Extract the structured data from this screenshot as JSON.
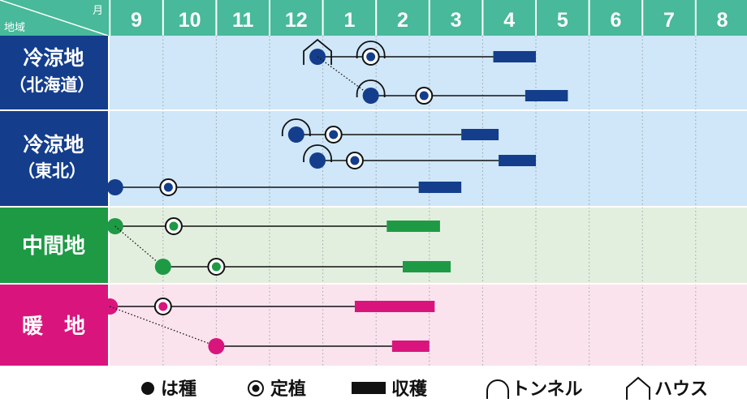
{
  "header": {
    "corner_top": "月",
    "corner_bottom": "地域",
    "months": [
      "9",
      "10",
      "11",
      "12",
      "1",
      "2",
      "3",
      "4",
      "5",
      "6",
      "7",
      "8"
    ]
  },
  "colors": {
    "header": "#48b99a",
    "north_label": "#143e8c",
    "north_bg": "#cfe7f8",
    "middle_label": "#1e9a45",
    "middle_bg": "#e3efde",
    "warm_label": "#d9157d",
    "warm_bg": "#fbe3ee"
  },
  "regions": [
    {
      "key": "hokkaido",
      "line1": "冷涼地",
      "line2": "（北海道）"
    },
    {
      "key": "tohoku",
      "line1": "冷涼地",
      "line2": "（東北）"
    },
    {
      "key": "middle",
      "line1": "中間地",
      "line2": ""
    },
    {
      "key": "warm",
      "line1": "暖　地",
      "line2": ""
    }
  ],
  "legend": {
    "sow": "は種",
    "plant": "定植",
    "harvest": "収穫",
    "tunnel": "トンネル",
    "house": "ハウス"
  },
  "chart_data": {
    "type": "table",
    "x_axis": "month",
    "rows": [
      {
        "region": "hokkaido",
        "color": "#143e8c",
        "sow": 3.4,
        "sow_cover": "house",
        "plant": 4.4,
        "plant_cover": "tunnel",
        "harvest": [
          6.7,
          7.5
        ]
      },
      {
        "region": "hokkaido",
        "color": "#143e8c",
        "sow": 4.4,
        "sow_cover": "tunnel",
        "plant": 5.4,
        "plant_cover": "",
        "harvest": [
          7.3,
          8.1
        ],
        "from_prev": true
      },
      {
        "region": "tohoku",
        "color": "#143e8c",
        "sow": 3.0,
        "sow_cover": "tunnel",
        "plant": 3.7,
        "plant_cover": "",
        "harvest": [
          6.1,
          6.8
        ]
      },
      {
        "region": "tohoku",
        "color": "#143e8c",
        "sow": 3.4,
        "sow_cover": "tunnel",
        "plant": 4.1,
        "plant_cover": "",
        "harvest": [
          6.8,
          7.5
        ]
      },
      {
        "region": "tohoku",
        "color": "#143e8c",
        "sow": -0.4,
        "sow_cover": "",
        "plant": 0.6,
        "plant_cover": "",
        "harvest": [
          5.3,
          6.1
        ]
      },
      {
        "region": "middle",
        "color": "#1e9a45",
        "sow": -0.4,
        "sow_cover": "",
        "plant": 0.7,
        "plant_cover": "",
        "harvest": [
          4.7,
          5.7
        ]
      },
      {
        "region": "middle",
        "color": "#1e9a45",
        "sow": 0.5,
        "sow_cover": "",
        "plant": 1.5,
        "plant_cover": "",
        "harvest": [
          5.0,
          5.9
        ],
        "from_prev": true
      },
      {
        "region": "warm",
        "color": "#d9157d",
        "sow": -0.5,
        "sow_cover": "",
        "plant": 0.5,
        "plant_cover": "",
        "harvest": [
          4.1,
          5.6
        ]
      },
      {
        "region": "warm",
        "color": "#d9157d",
        "sow": 1.5,
        "sow_cover": "",
        "plant": null,
        "plant_cover": "",
        "harvest": [
          4.8,
          5.5
        ],
        "from_prev": true
      }
    ]
  }
}
